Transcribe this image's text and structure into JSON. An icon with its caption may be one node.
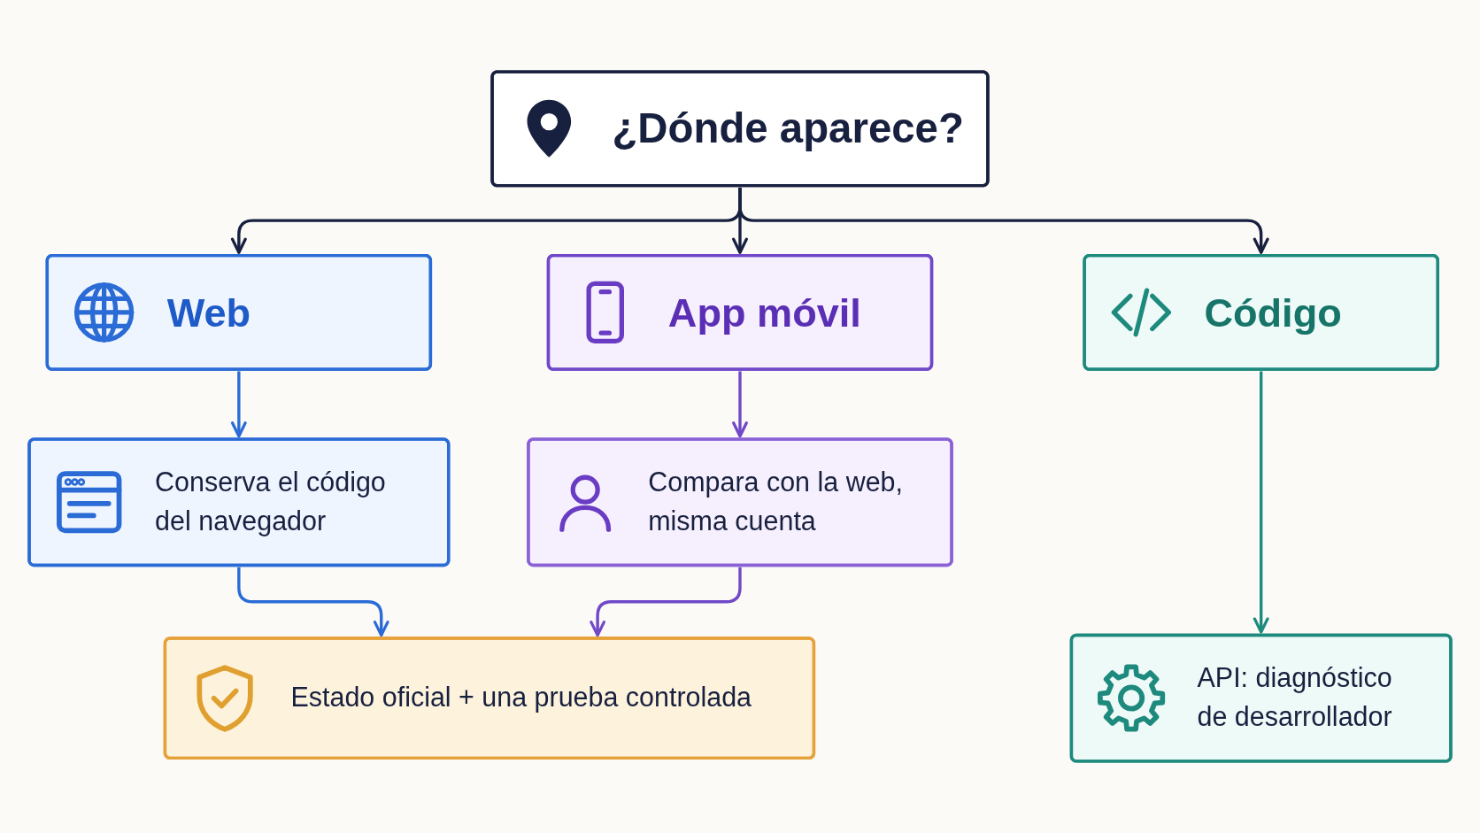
{
  "diagram": {
    "nodes": [
      {
        "text": [
          "¿Dónde aparece?"
        ]
      },
      {
        "text": [
          "Web"
        ]
      },
      {
        "text": [
          "App móvil"
        ]
      },
      {
        "text": [
          "Código"
        ]
      },
      {
        "text": [
          "Conserva el código del navegador"
        ]
      },
      {
        "text": [
          "Compara con la web, misma cuenta"
        ]
      },
      {
        "text": [
          "Estado oficial + una prueba controlada"
        ]
      },
      {
        "text": [
          "API: diagnóstico de desarrollador"
        ]
      }
    ],
    "edges": [
      {
        "from": 0,
        "to": 1,
        "arrow": "to"
      },
      {
        "from": 0,
        "to": 2,
        "arrow": "to"
      },
      {
        "from": 0,
        "to": 3,
        "arrow": "to"
      },
      {
        "from": 1,
        "to": 4,
        "arrow": "to",
        "color": "#2a6bd6"
      },
      {
        "from": 2,
        "to": 5,
        "arrow": "to",
        "color": "#7048c8"
      },
      {
        "from": 3,
        "to": 7,
        "arrow": "to",
        "color": "#1e8a7e"
      },
      {
        "from": 4,
        "to": 6,
        "arrow": "to",
        "color": "#2a6bd6"
      },
      {
        "from": 5,
        "to": 6,
        "arrow": "to",
        "color": "#7048c8"
      }
    ]
  }
}
